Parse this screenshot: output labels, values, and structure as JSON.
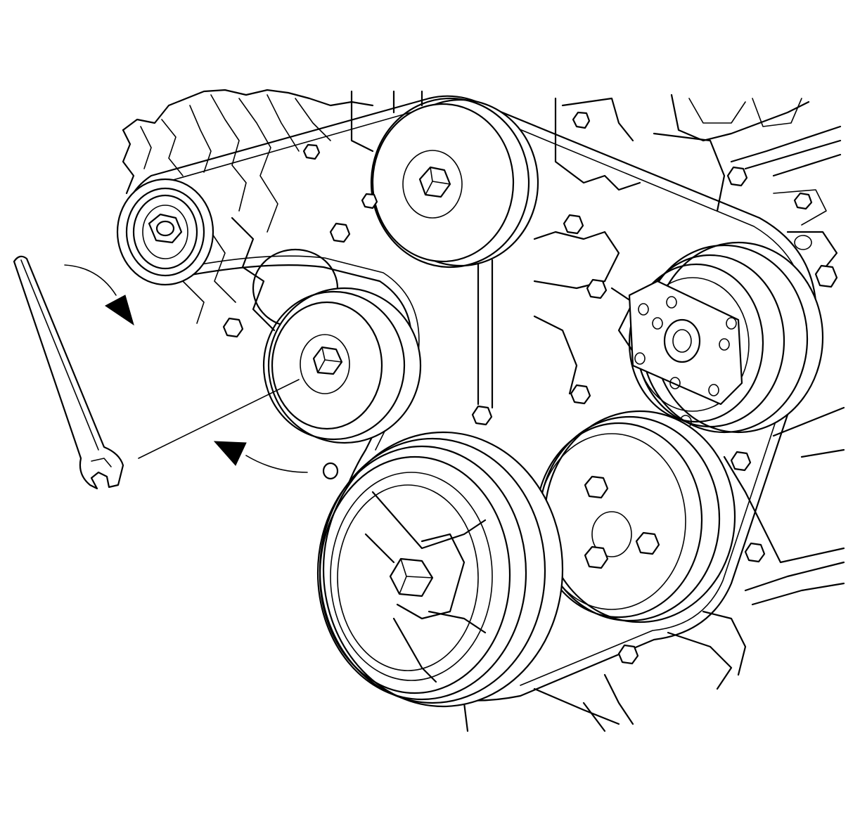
{
  "diagram": {
    "ink_color": "#000000",
    "paper_color": "#ffffff",
    "components": [
      {
        "id": "generator-pulley",
        "icon": "pulley-icon"
      },
      {
        "id": "upper-idler-pulley",
        "icon": "pulley-icon"
      },
      {
        "id": "belt-tensioner-pulley",
        "icon": "pulley-icon"
      },
      {
        "id": "ac-compressor-pulley",
        "icon": "pulley-icon"
      },
      {
        "id": "power-steering-pulley",
        "icon": "pulley-icon"
      },
      {
        "id": "crankshaft-balancer",
        "icon": "pulley-icon"
      },
      {
        "id": "drive-belt",
        "icon": "belt-icon"
      },
      {
        "id": "wrench",
        "icon": "wrench-icon"
      }
    ],
    "arrows": [
      {
        "id": "rotate-arrow-clockwise",
        "direction": "clockwise"
      },
      {
        "id": "rotate-arrow-counterclockwise",
        "direction": "counterclockwise"
      }
    ]
  }
}
